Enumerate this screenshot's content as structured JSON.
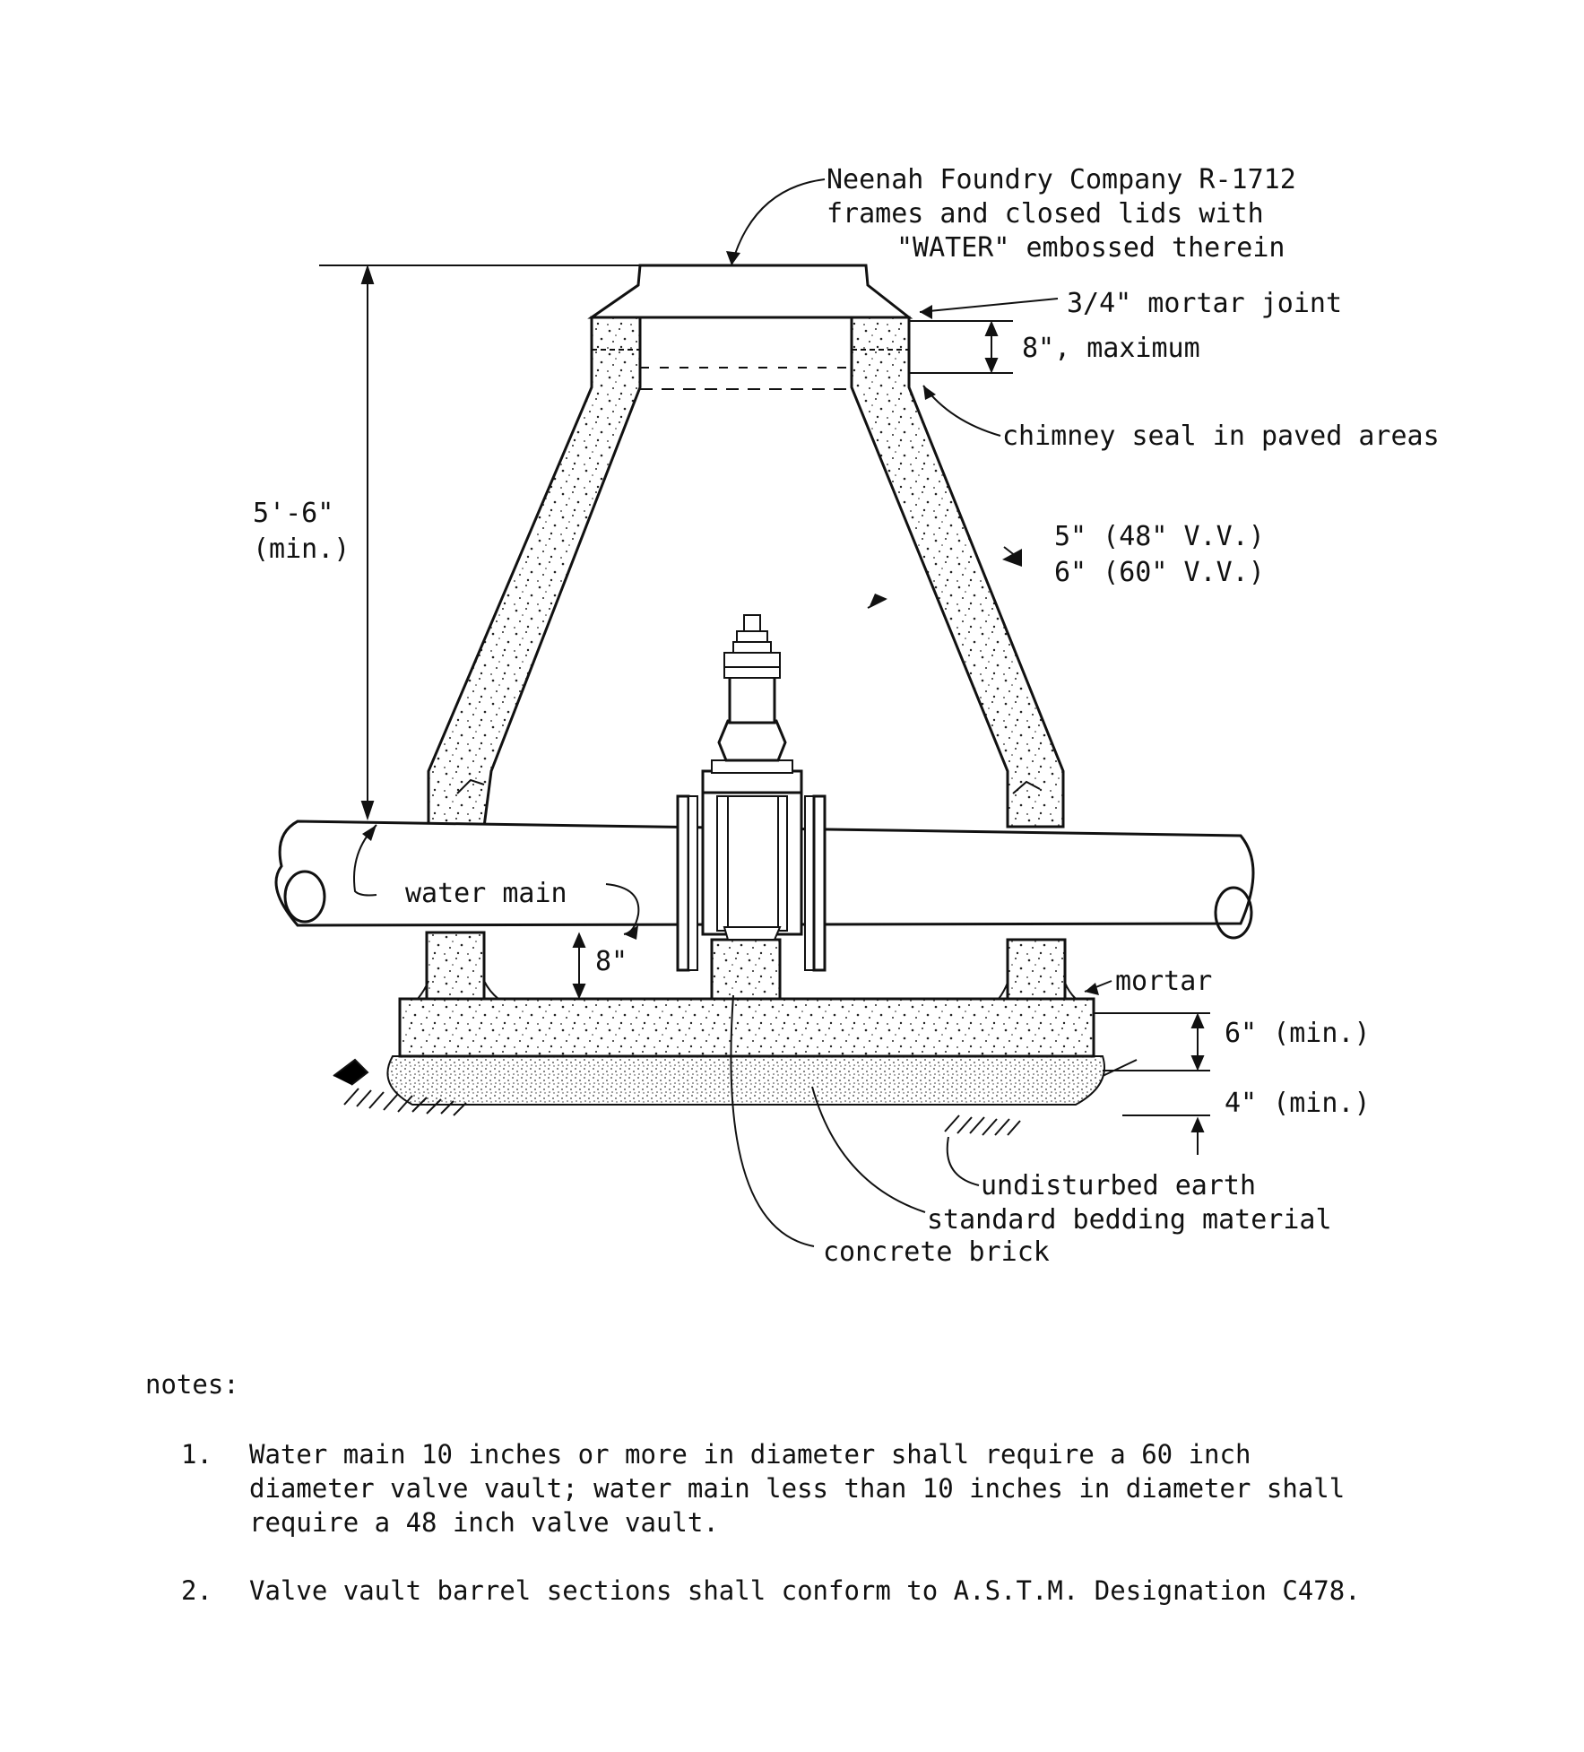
{
  "diagram": {
    "labels": {
      "frame_line1": "Neenah Foundry Company R-1712",
      "frame_line2": "frames and closed lids with",
      "frame_line3": "\"WATER\" embossed therein",
      "mortar_joint": "3/4\" mortar joint",
      "max_8in": "8\", maximum",
      "chimney_seal": "chimney seal in paved areas",
      "height_line1": "5'-6\"",
      "height_line2": "(min.)",
      "wall_48": "5\" (48\" V.V.)",
      "wall_60": "6\" (60\" V.V.)",
      "water_main": "water main",
      "gap_8in": "8\"",
      "mortar": "mortar",
      "base_6in": "6\" (min.)",
      "bedding_4in": "4\" (min.)",
      "undisturbed_earth": "undisturbed earth",
      "bedding_material": "standard bedding material",
      "concrete_brick": "concrete brick"
    }
  },
  "notes": {
    "heading": "notes:",
    "items": [
      {
        "number": "1.",
        "text": "Water main 10 inches or more in diameter shall require a 60 inch diameter valve vault; water main less than 10 inches in diameter shall require a 48 inch valve vault."
      },
      {
        "number": "2.",
        "text": "Valve vault barrel sections shall conform to A.S.T.M. Designation C478."
      }
    ]
  }
}
